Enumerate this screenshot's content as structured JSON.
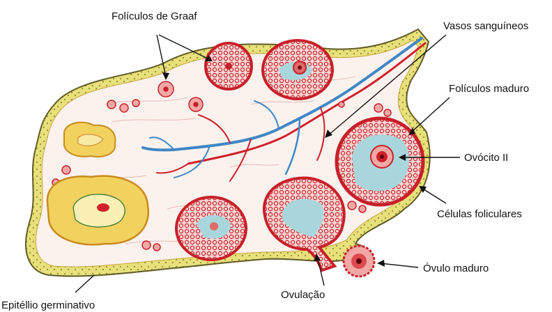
{
  "labels": {
    "graaf": "Folículos de Graaf",
    "vasos": "Vasos sanguíneos",
    "maduro": "Folículos maduro",
    "ovocito": "Ovócito II",
    "celulas": "Células foliculares",
    "ovulo": "Óvulo maduro",
    "ovulacao": "Ovulação",
    "epitelio": "Epitéllio germinativo"
  },
  "colors": {
    "capsule": "#e8e07a",
    "capsule_edge": "#6e6a2e",
    "stroma": "#faf3ee",
    "follicle_red": "#d8202a",
    "follicle_light": "#f4c7c5",
    "antrum_blue": "#a9d6dc",
    "vein_blue": "#3f86c6",
    "artery_red": "#d0202a",
    "corpus_yellow": "#f2d25e"
  }
}
